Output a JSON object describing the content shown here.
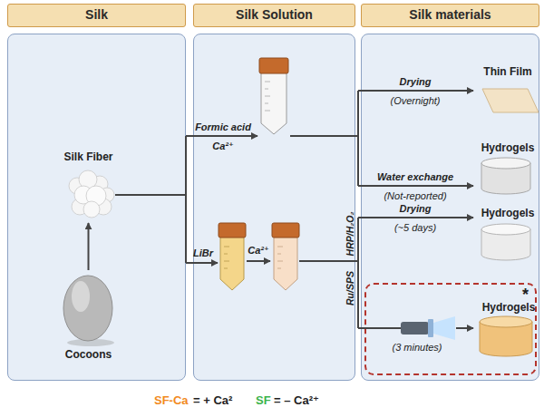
{
  "diagram": {
    "nodes": [
      {
        "text": [
          "Silk"
        ]
      },
      {
        "text": [
          "Silk Fiber"
        ],
        "in": 0
      },
      {
        "text": [
          "Cocoons"
        ],
        "in": 0
      },
      {
        "text": [
          "Silk Solution"
        ]
      },
      {
        "text": [
          "Silk materials"
        ]
      },
      {
        "text": [
          "Thin Film"
        ],
        "in": 4
      },
      {
        "text": [
          "Hydrogels"
        ],
        "in": 4
      },
      {
        "text": [
          "Hydrogels"
        ],
        "in": 4
      },
      {
        "text": [
          "*"
        ],
        "in": 4
      },
      {
        "text": [
          "Hydrogels"
        ],
        "in": 8
      }
    ],
    "edges": [
      {
        "from": 2,
        "to": 1,
        "arrow": "to"
      }
    ],
    "labels": [
      "Formic acid",
      "Ca²⁺",
      "LiBr",
      "Ca²⁺",
      "Drying",
      "(Overnight)",
      "Water exchange",
      "(Not-reported)",
      "HRP/H₂O₂",
      "Drying",
      "(~5 days)",
      "Ru/SPS",
      "(3 minutes)",
      "SF-Ca",
      "= + Ca²",
      "SF",
      "= – Ca²⁺"
    ]
  }
}
